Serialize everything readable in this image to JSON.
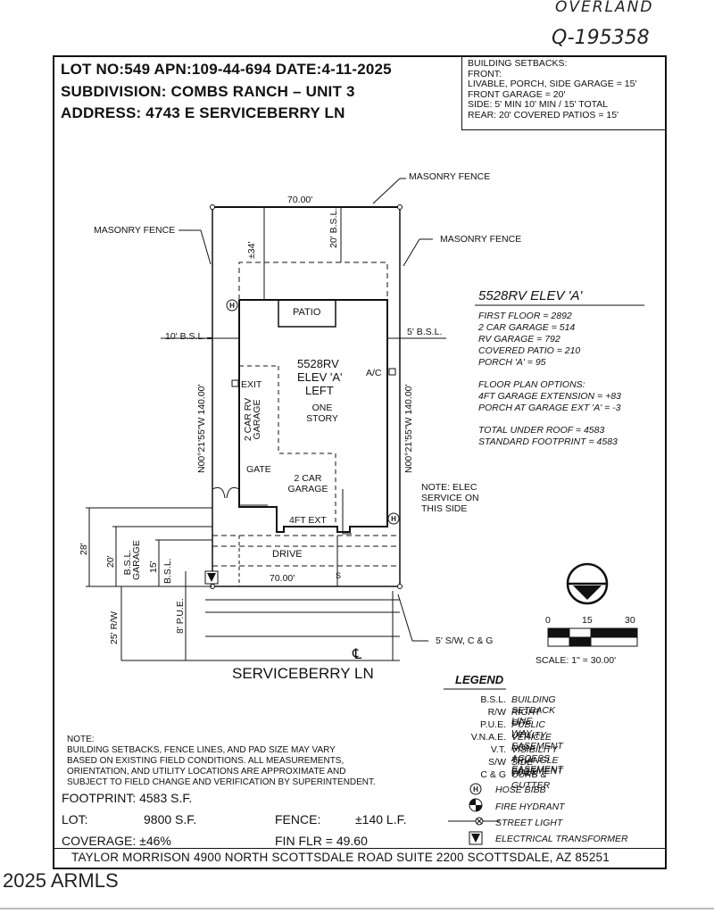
{
  "handwritten": {
    "top": "OVERLAND",
    "code": "Q-195358"
  },
  "header": {
    "line1": "LOT NO:549  APN:109-44-694  DATE:4-11-2025",
    "line2": "SUBDIVISION: COMBS RANCH – UNIT 3",
    "line3": "ADDRESS: 4743 E SERVICEBERRY LN"
  },
  "setbacks": {
    "title": "BUILDING SETBACKS:",
    "lines": [
      "FRONT:",
      "LIVABLE, PORCH, SIDE GARAGE = 15'",
      "FRONT GARAGE = 20'",
      "SIDE: 5' MIN 10' MIN / 15' TOTAL",
      "REAR: 20' COVERED PATIOS = 15'"
    ]
  },
  "plan": {
    "masonry_fence": "MASONRY FENCE",
    "width_top": "70.00'",
    "width_bottom": "70.00'",
    "rear_dim": "±34'",
    "rear_bsl": "20' B.S.L.",
    "patio": "PATIO",
    "left_bsl": "10' B.S.L.",
    "right_bsl": "5' B.S.L.",
    "bearing": "N00°21'55\"W  140.00'",
    "model": "5528RV",
    "elev": "ELEV 'A'",
    "hand": "LEFT",
    "stories": "ONE STORY",
    "exit": "EXIT",
    "ac": "A/C",
    "rv_garage": "2 CAR RV GARAGE",
    "gate": "GATE",
    "car_garage": "2 CAR GARAGE",
    "ext": "4FT EXT",
    "drive": "DRIVE",
    "note_elec": "NOTE: ELEC SERVICE ON THIS SIDE",
    "dim_28": "28'",
    "dim_20": "20'",
    "bsl_garage": "B.S.L. GARAGE",
    "dim_15": "15'",
    "bsl": "B.S.L.",
    "pue": "8' P.U.E.",
    "rw": "25' R/W",
    "s_mark": "S",
    "sidewalk": "5' S/W, C & G",
    "street": "SERVICEBERRY  LN"
  },
  "elevation_info": {
    "title": "5528RV ELEV 'A'",
    "items": [
      "FIRST FLOOR = 2892",
      "2 CAR GARAGE = 514",
      "RV GARAGE = 792",
      "COVERED PATIO = 210",
      "PORCH 'A' = 95"
    ],
    "options_title": "FLOOR PLAN OPTIONS:",
    "options": [
      "4FT GARAGE EXTENSION = +83",
      "PORCH AT GARAGE EXT 'A' = -3"
    ],
    "totals": [
      "TOTAL UNDER ROOF = 4583",
      "STANDARD FOOTPRINT = 4583"
    ]
  },
  "scale": {
    "t0": "0",
    "t15": "15",
    "t30": "30",
    "label": "SCALE: 1\" = 30.00'"
  },
  "legend": {
    "title": "LEGEND",
    "rows": [
      {
        "abbr": "B.S.L.",
        "desc": "BUILDING SETBACK LINE"
      },
      {
        "abbr": "R/W",
        "desc": "RIGHT OF WAY"
      },
      {
        "abbr": "P.U.E.",
        "desc": "PUBLIC UTILITY EASEMENT"
      },
      {
        "abbr": "V.N.A.E.",
        "desc": "VEHICLE NON-ACCESS EASEMENT"
      },
      {
        "abbr": "V.T.",
        "desc": "VISIBILITY TRIANGLE EASEMENT"
      },
      {
        "abbr": "S/W",
        "desc": "SIDE WALK"
      },
      {
        "abbr": "C & G",
        "desc": "CURB & GUTTER"
      }
    ],
    "symbols": [
      {
        "icon": "hose-bibb-icon",
        "desc": "HOSE BIBB"
      },
      {
        "icon": "fire-hydrant-icon",
        "desc": "FIRE HYDRANT"
      },
      {
        "icon": "street-light-icon",
        "desc": "STREET LIGHT"
      },
      {
        "icon": "electrical-transformer-icon",
        "desc": "ELECTRICAL TRANSFORMER"
      }
    ]
  },
  "note": {
    "title": "NOTE:",
    "lines": [
      "BUILDING SETBACKS, FENCE LINES, AND PAD SIZE MAY VARY",
      "BASED ON EXISTING FIELD CONDITIONS.  ALL MEASUREMENTS,",
      "ORIENTATION, AND UTILITY LOCATIONS ARE APPROXIMATE AND",
      "SUBJECT TO FIELD CHANGE AND VERIFICATION BY SUPERINTENDENT."
    ]
  },
  "stats": {
    "footprint": "FOOTPRINT: 4583 S.F.",
    "lot_label": "LOT:",
    "lot_value": "9800 S.F.",
    "fence_label": "FENCE:",
    "fence_value": "±140 L.F.",
    "coverage": "COVERAGE: ±46%",
    "fin_flr": "FIN FLR =  49.60"
  },
  "builder": "TAYLOR MORRISON 4900 NORTH SCOTTSDALE ROAD SUITE 2200 SCOTTSDALE, AZ  85251",
  "watermark": "2025 ARMLS"
}
